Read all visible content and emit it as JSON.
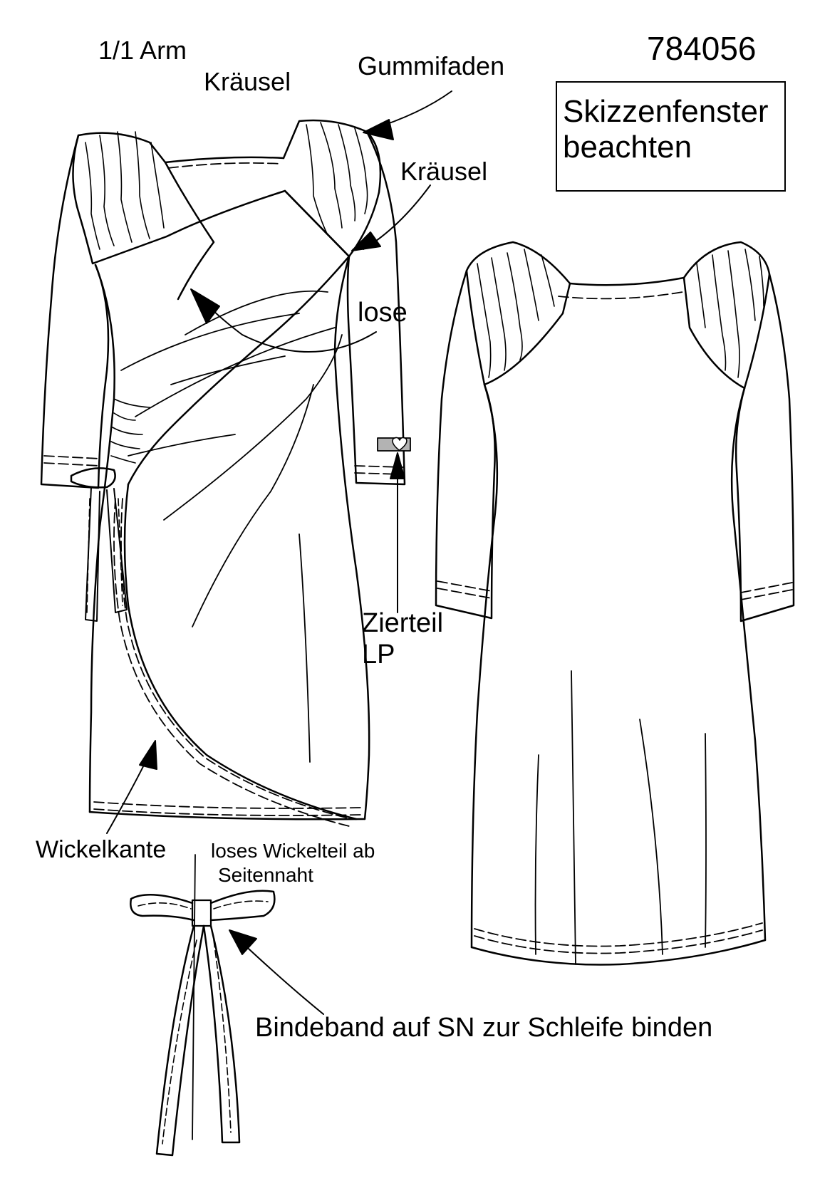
{
  "labels": {
    "arm": "1/1 Arm",
    "kraeusel_top": "Kräusel",
    "gummifaden": "Gummifaden",
    "article_no": "784056",
    "kraeusel_mid": "Kräusel",
    "lose": "lose",
    "zierteil_1": "Zierteil",
    "zierteil_2": "LP",
    "wickelkante": "Wickelkante",
    "loses_1": "loses Wickelteil ab",
    "loses_2": "Seitennaht",
    "bindeband": "Bindeband auf SN zur Schleife binden"
  },
  "note_box": {
    "line1": "Skizzenfenster",
    "line2": "beachten"
  },
  "colors": {
    "line": "#000000",
    "paper": "#ffffff",
    "tag": "#b3b3b3"
  }
}
